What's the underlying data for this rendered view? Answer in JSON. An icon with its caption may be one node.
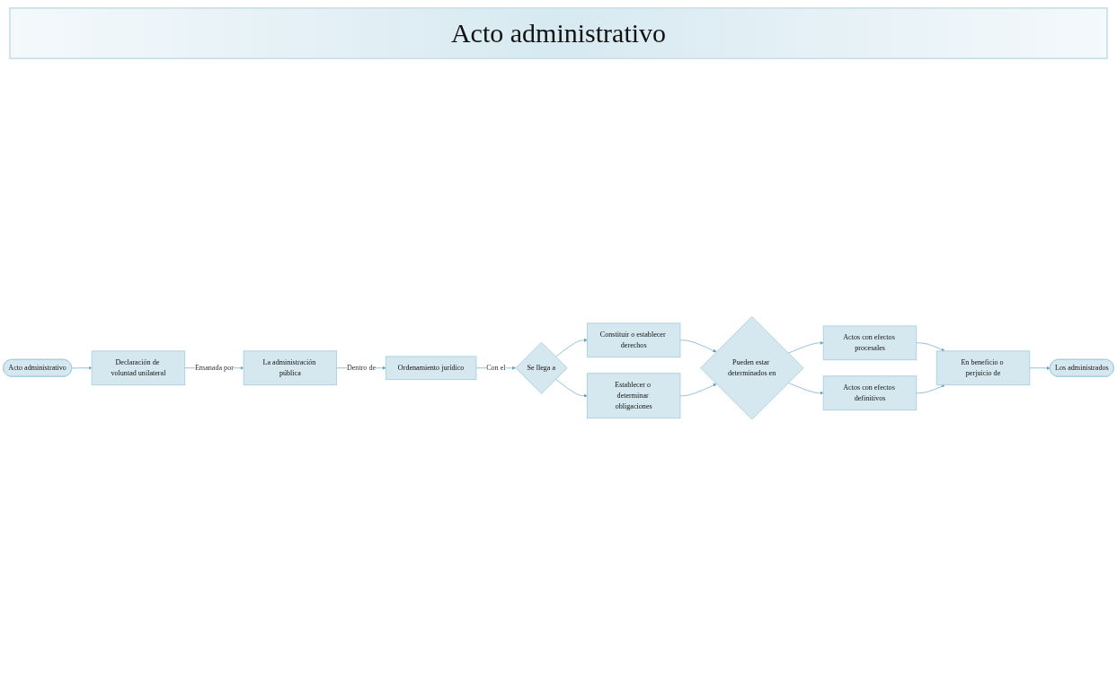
{
  "diagram": {
    "title": "Acto administrativo",
    "nodes": [
      {
        "text": [
          "Acto administrativo"
        ]
      },
      {
        "text": [
          "Declaración de voluntad unilateral"
        ]
      },
      {
        "text": [
          "La administración pública"
        ]
      },
      {
        "text": [
          "Ordenamiento jurídico"
        ]
      },
      {
        "text": [
          "Se llega a"
        ]
      },
      {
        "text": [
          "Constituir o establecer derechos"
        ]
      },
      {
        "text": [
          "Establecer o determinar obligaciones"
        ]
      },
      {
        "text": [
          "Pueden estar determinados en"
        ]
      },
      {
        "text": [
          "Actos con efectos procesales"
        ]
      },
      {
        "text": [
          "Actos con efectos definitivos"
        ]
      },
      {
        "text": [
          "En beneficio o perjuicio de"
        ]
      },
      {
        "text": [
          "Los administrados"
        ]
      }
    ],
    "edges": [
      {
        "from": 0,
        "to": 1,
        "arrow": "to"
      },
      {
        "from": 1,
        "to": 2,
        "arrow": "to",
        "label": "Emanada por"
      },
      {
        "from": 2,
        "to": 3,
        "arrow": "to",
        "label": "Dentro de"
      },
      {
        "from": 3,
        "to": 4,
        "arrow": "to",
        "label": "Con el"
      },
      {
        "from": 4,
        "to": 5,
        "arrow": "to"
      },
      {
        "from": 4,
        "to": 6,
        "arrow": "to"
      },
      {
        "from": 5,
        "to": 7,
        "arrow": "to"
      },
      {
        "from": 6,
        "to": 7,
        "arrow": "to"
      },
      {
        "from": 7,
        "to": 8,
        "arrow": "to"
      },
      {
        "from": 7,
        "to": 9,
        "arrow": "to"
      },
      {
        "from": 8,
        "to": 10,
        "arrow": "to"
      },
      {
        "from": 9,
        "to": 10,
        "arrow": "to"
      },
      {
        "from": 10,
        "to": 11,
        "arrow": "to"
      }
    ]
  }
}
